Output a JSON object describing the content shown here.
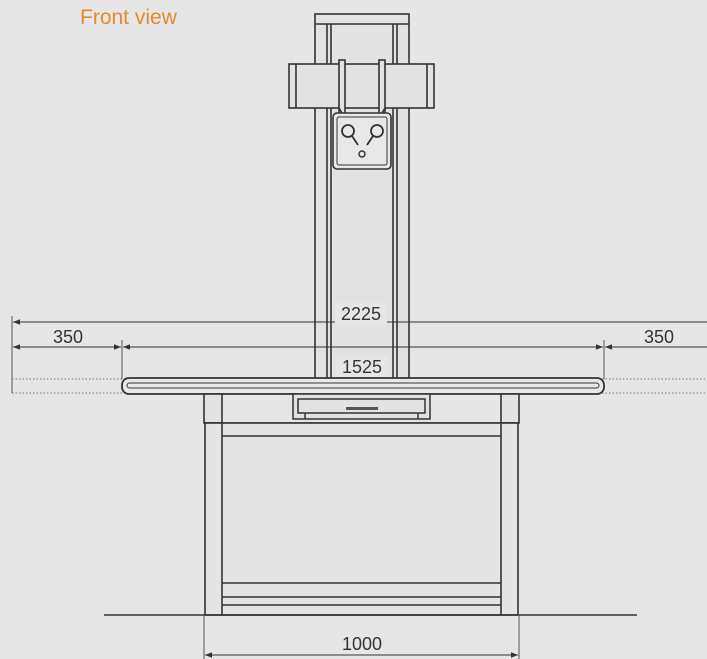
{
  "title": "Front view",
  "dimensions": {
    "total_width": "2225",
    "left_extension": "350",
    "right_extension": "350",
    "tabletop_width": "1525",
    "base_width": "1000"
  },
  "colors": {
    "background": "#e6e6e6",
    "title": "#e38a2d",
    "line": "#333333"
  }
}
